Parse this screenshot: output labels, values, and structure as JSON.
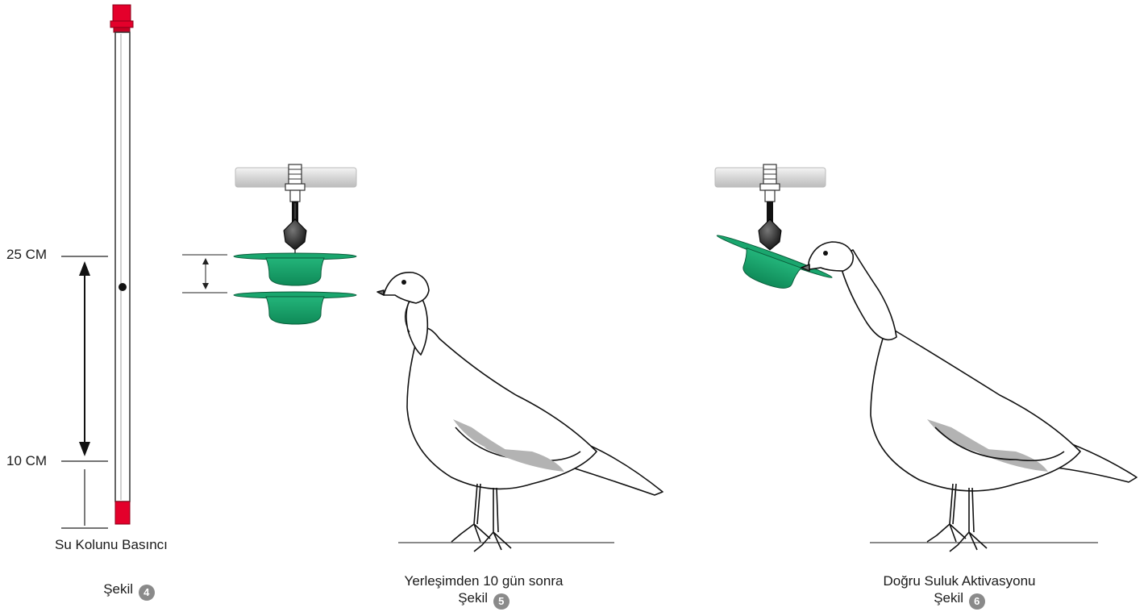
{
  "figure4": {
    "label_high": "25 CM",
    "label_low": "10 CM",
    "column_title": "Su Kolunu Basıncı",
    "caption_word": "Şekil",
    "caption_number": "4"
  },
  "figure5": {
    "caption_line1": "Yerleşimden 10 gün sonra",
    "caption_word": "Şekil",
    "caption_number": "5"
  },
  "figure6": {
    "caption_line1": "Doğru Suluk Aktivasyonu",
    "caption_word": "Şekil",
    "caption_number": "6"
  },
  "colors": {
    "red_cap": "#e4002b",
    "cup_green": "#1aa66e",
    "cup_dark": "#0c7a4e",
    "pipe_gray": "#d9d9d9",
    "wing_gray": "#b3b3b3"
  }
}
